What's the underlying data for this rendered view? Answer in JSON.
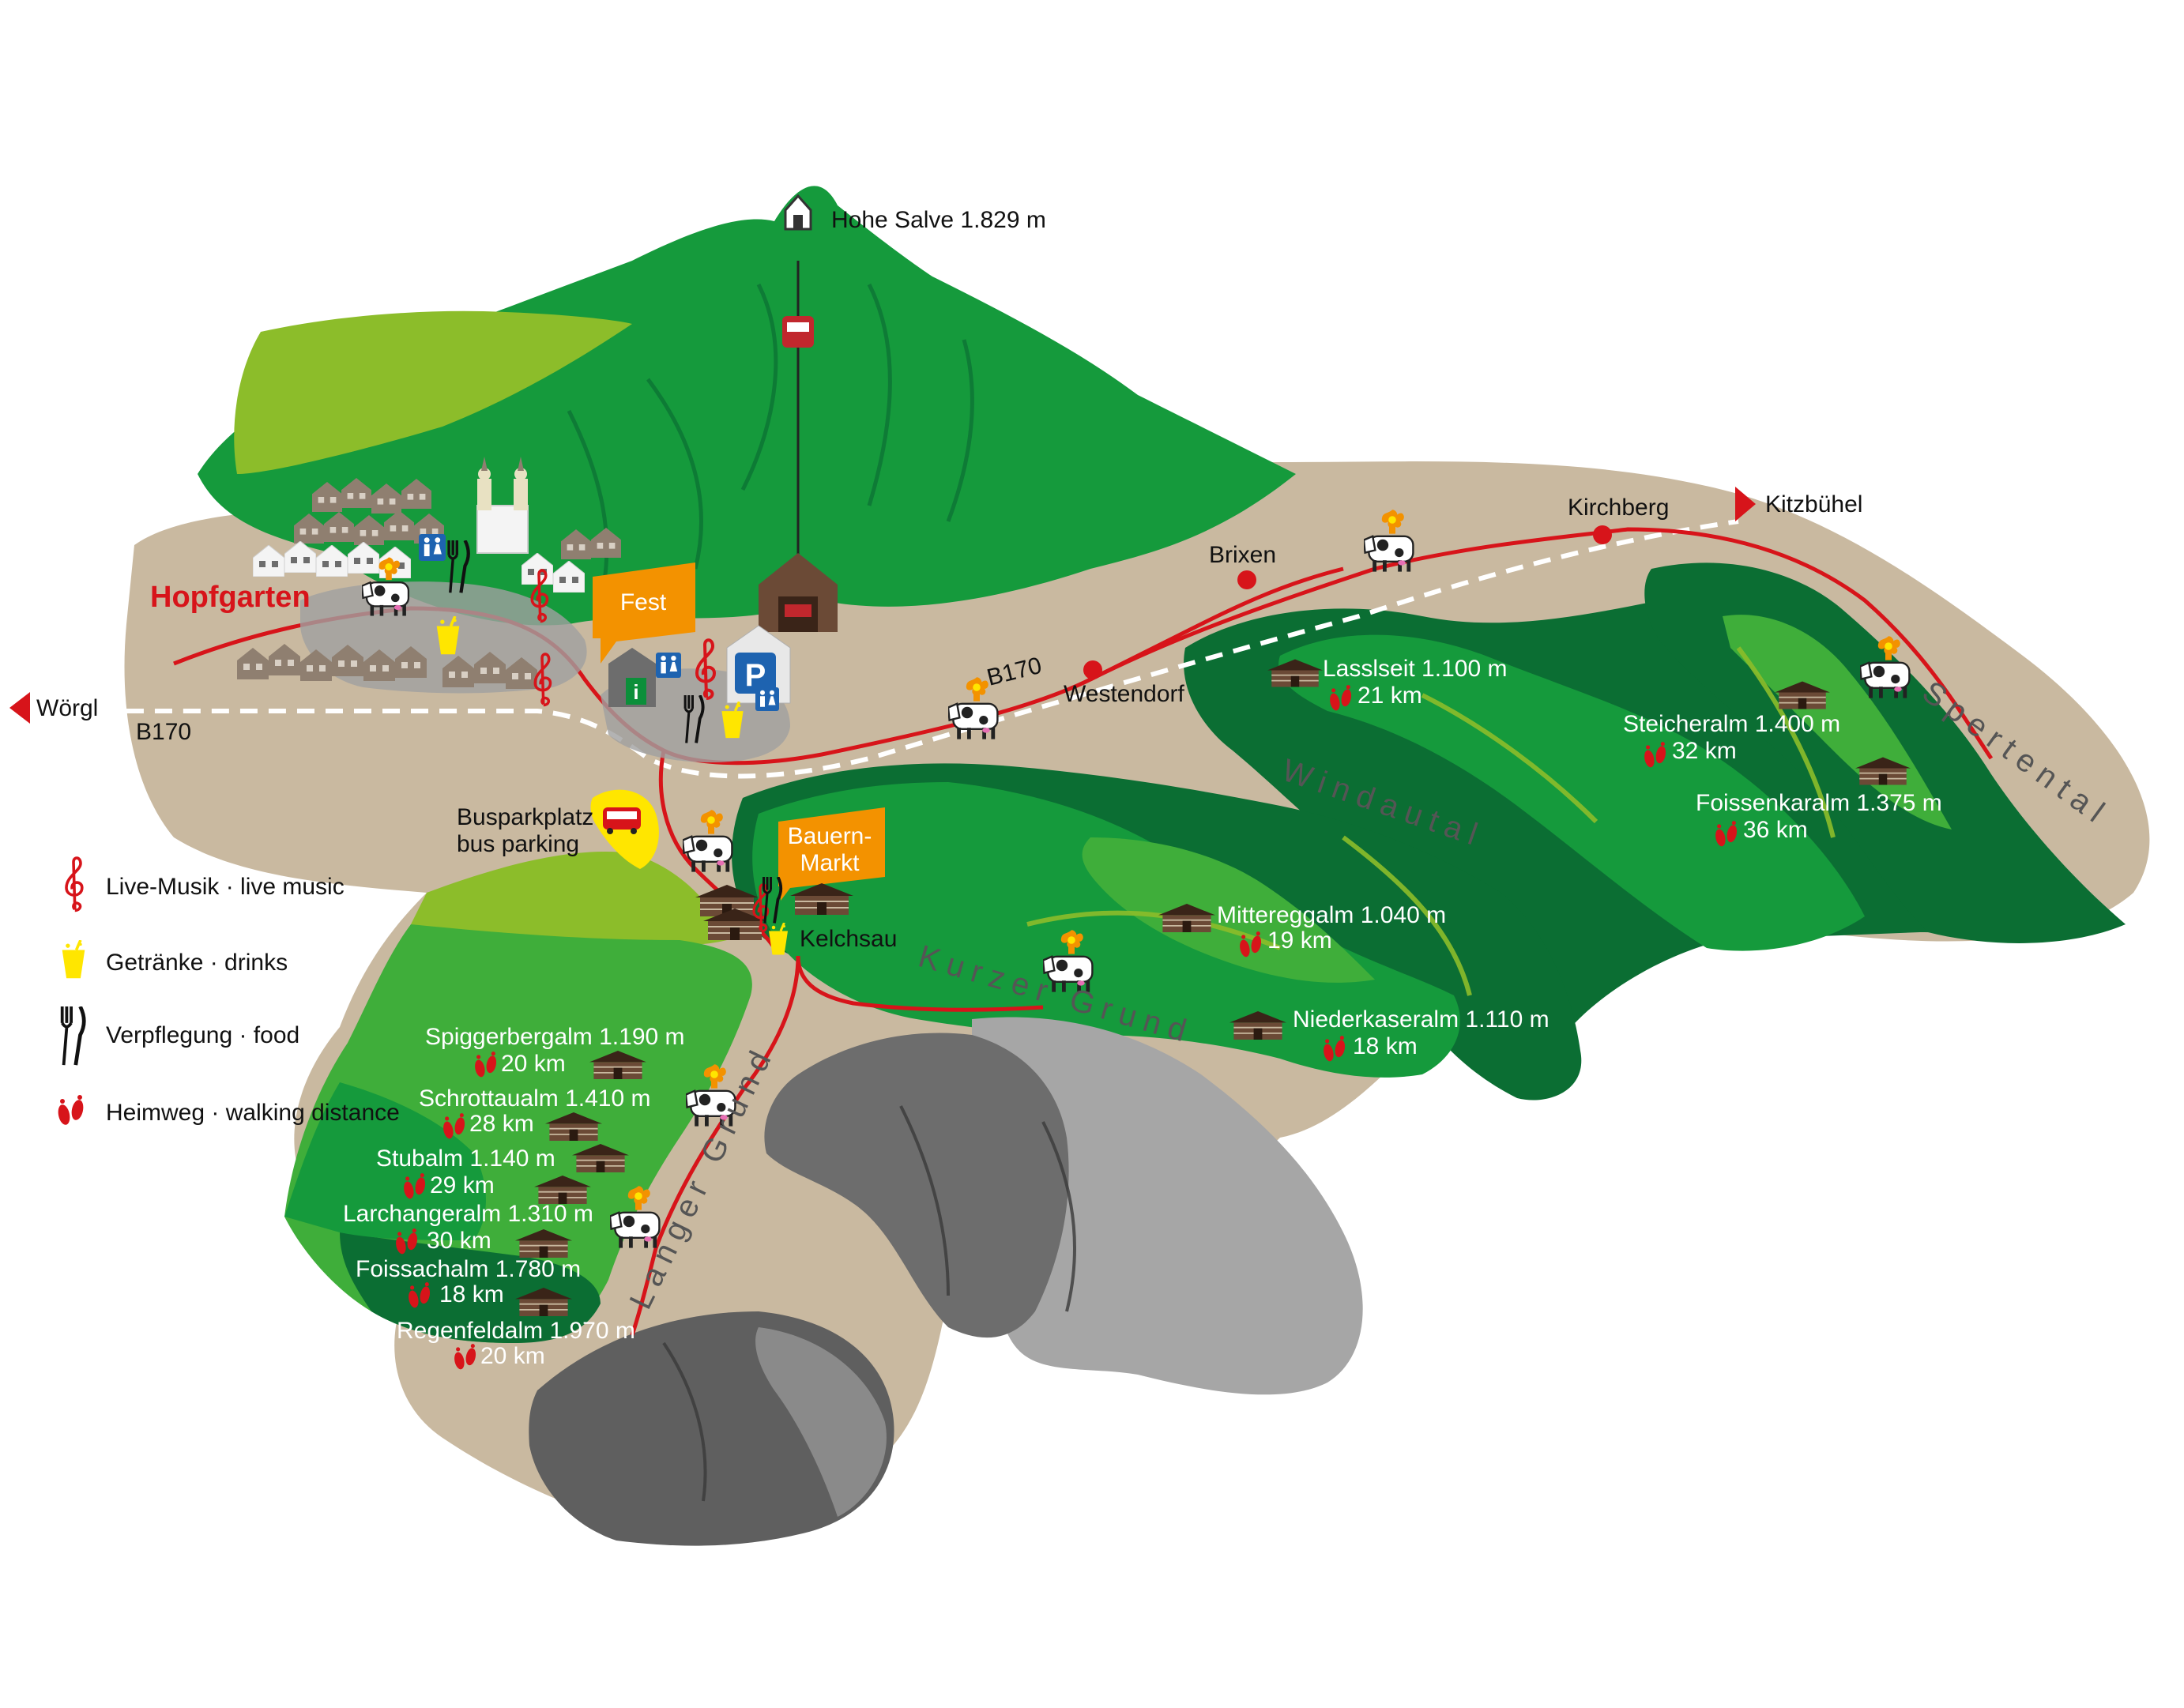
{
  "peak": {
    "name": "Hohe Salve 1.829 m"
  },
  "towns": {
    "hopfgarten": "Hopfgarten",
    "woergl": "Wörgl",
    "kitzbuehel": "Kitzbühel",
    "kirchberg": "Kirchberg",
    "brixen": "Brixen",
    "westendorf": "Westendorf",
    "kelchsau": "Kelchsau"
  },
  "roads": {
    "b170_left": "B170",
    "b170_mid": "B170"
  },
  "signs": {
    "fest": "Fest",
    "bauern_line1": "Bauern-",
    "bauern_line2": "Markt"
  },
  "bus": {
    "line1": "Busparkplatz",
    "line2": "bus parking"
  },
  "valleys": {
    "windautal": "Windautal",
    "spertental": "Spertental",
    "kurzer_grund": "Kurzer Grund",
    "langer_grund": "Langer Grund"
  },
  "alms": [
    {
      "name": "Lasslseit 1.100 m",
      "dist": "21 km"
    },
    {
      "name": "Steicheralm 1.400 m",
      "dist": "32 km"
    },
    {
      "name": "Foissenkaralm 1.375 m",
      "dist": "36 km"
    },
    {
      "name": "Mittereggalm 1.040 m",
      "dist": "19 km"
    },
    {
      "name": "Niederkaseralm 1.110 m",
      "dist": "18 km"
    },
    {
      "name": "Spiggerbergalm 1.190 m",
      "dist": "20 km"
    },
    {
      "name": "Schrottaualm 1.410 m",
      "dist": "28 km"
    },
    {
      "name": "Stubalm 1.140 m",
      "dist": "29 km"
    },
    {
      "name": "Larchangeralm 1.310 m",
      "dist": "30 km"
    },
    {
      "name": "Foissachalm 1.780 m",
      "dist": "18 km"
    },
    {
      "name": "Regenfeldalm 1.970 m",
      "dist": "20 km"
    }
  ],
  "legend": [
    {
      "icon": "treble-clef-icon",
      "label": "Live-Musik · live music"
    },
    {
      "icon": "drink-icon",
      "label": "Getränke · drinks"
    },
    {
      "icon": "fork-knife-icon",
      "label": "Verpflegung · food"
    },
    {
      "icon": "footprints-icon",
      "label": "Heimweg · walking distance"
    }
  ],
  "colors": {
    "valley": "#c9b9a0",
    "forest_dark": "#0b6e33",
    "forest": "#159a3c",
    "forest_light": "#3fae3a",
    "meadow": "#8cbd2a",
    "rock_dark": "#5f5f5f",
    "rock_light": "#a6a6a6",
    "road": "#d7141a",
    "sign": "#f39200",
    "bus": "#ffe600"
  }
}
